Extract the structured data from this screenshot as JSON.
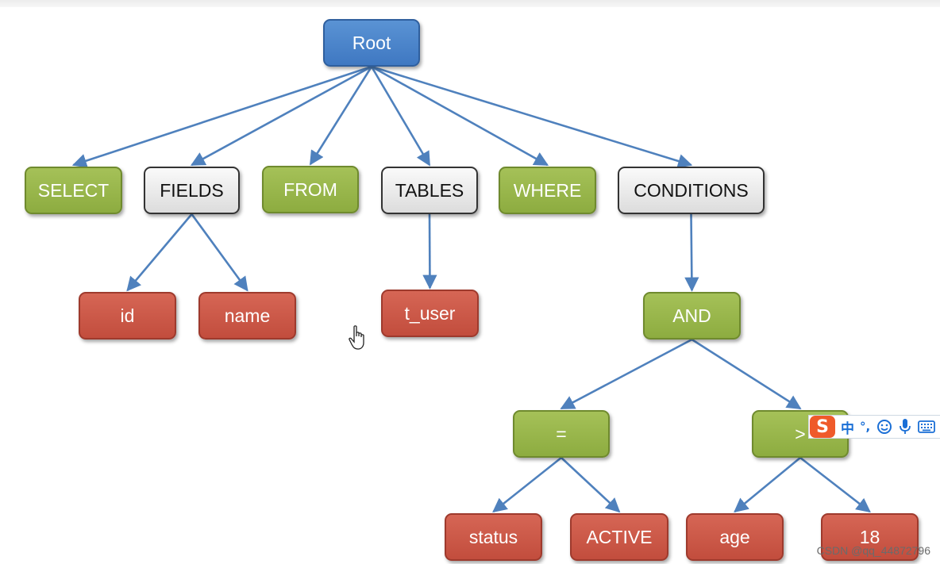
{
  "diagram": {
    "nodes": {
      "root": "Root",
      "select": "SELECT",
      "fields": "FIELDS",
      "from": "FROM",
      "tables": "TABLES",
      "where": "WHERE",
      "conditions": "CONDITIONS",
      "id": "id",
      "name": "name",
      "t_user": "t_user",
      "and": "AND",
      "eq": "=",
      "gt": ">",
      "status": "status",
      "active": "ACTIVE",
      "age": "age",
      "eighteen": "18"
    },
    "edges": [
      [
        "root",
        "select"
      ],
      [
        "root",
        "fields"
      ],
      [
        "root",
        "from"
      ],
      [
        "root",
        "tables"
      ],
      [
        "root",
        "where"
      ],
      [
        "root",
        "conditions"
      ],
      [
        "fields",
        "id"
      ],
      [
        "fields",
        "name"
      ],
      [
        "tables",
        "t_user"
      ],
      [
        "conditions",
        "and"
      ],
      [
        "and",
        "eq"
      ],
      [
        "and",
        "gt"
      ],
      [
        "eq",
        "status"
      ],
      [
        "eq",
        "active"
      ],
      [
        "gt",
        "age"
      ],
      [
        "gt",
        "eighteen"
      ]
    ],
    "colors": {
      "root": "#4a86cc",
      "keyword": "#9bb84e",
      "category": "#e6e6e6",
      "leaf": "#cc5a4a",
      "edge": "#4f81bd"
    }
  },
  "ime_toolbar": {
    "logo": "S",
    "mode_label": "中",
    "punct_label": "°,",
    "icons": [
      "emoji-icon",
      "microphone-icon",
      "keyboard-icon"
    ]
  },
  "watermark": "CSDN @qq_44872796"
}
